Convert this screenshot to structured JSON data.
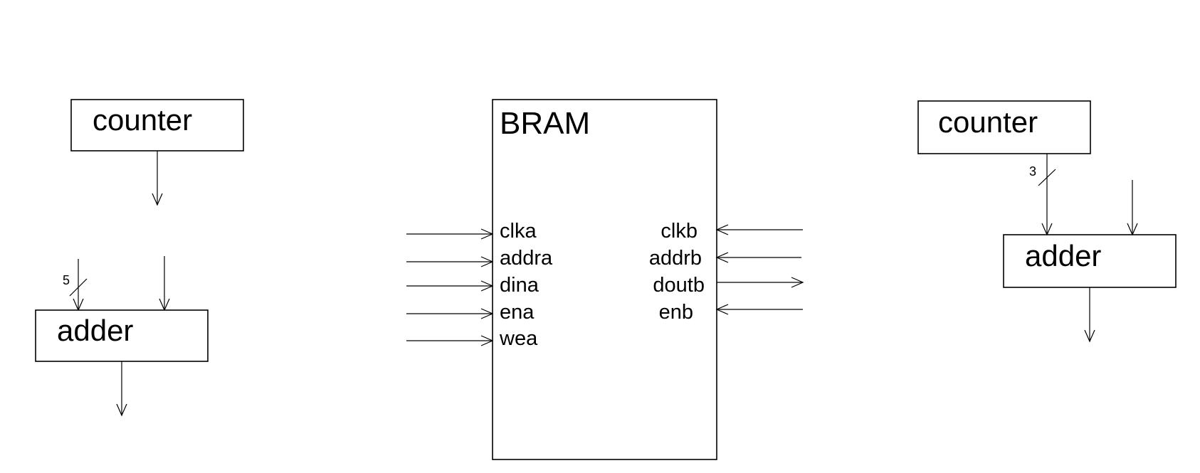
{
  "left_block": {
    "counter_label": "counter",
    "adder_label": "adder",
    "bus_width": "5"
  },
  "bram": {
    "title": "BRAM",
    "port_a": [
      "clka",
      "addra",
      "dina",
      "ena",
      "wea"
    ],
    "port_b": [
      "clkb",
      "addrb",
      "doutb",
      "enb"
    ]
  },
  "right_block": {
    "counter_label": "counter",
    "adder_label": "adder",
    "bus_width": "3"
  }
}
